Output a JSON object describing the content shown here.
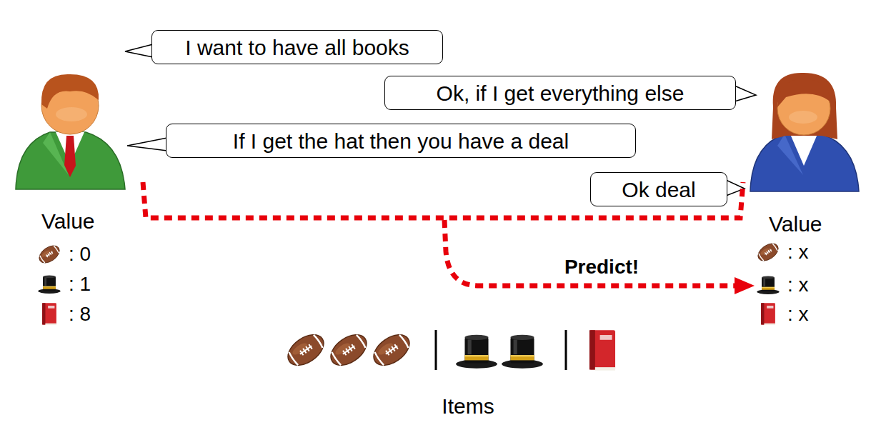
{
  "diagram": {
    "nodes": [
      {
        "text": [
          "I want to have all books"
        ]
      },
      {
        "text": [
          "Ok, if I get everything else"
        ]
      },
      {
        "text": [
          "If I get the hat then you have a deal"
        ]
      },
      {
        "text": [
          "Ok deal"
        ]
      }
    ],
    "labels": [
      "Value",
      ": 0",
      ": 1",
      ": 8",
      "Value",
      ": x",
      ": x",
      ": x",
      "Predict!",
      "Items"
    ]
  }
}
